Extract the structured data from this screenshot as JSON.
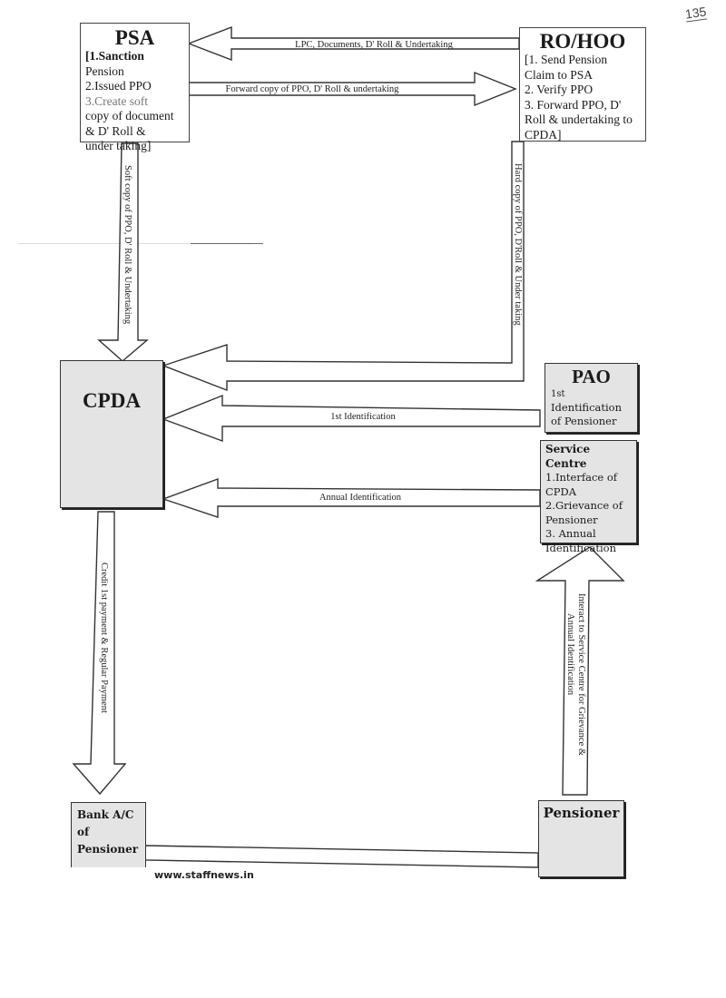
{
  "page_number": "135",
  "nodes": {
    "psa": {
      "title": "PSA",
      "lines": [
        "[1.Sanction",
        "Pension",
        "2.Issued PPO",
        "3.Create soft",
        "copy of document",
        "& D' Roll &",
        "under taking]"
      ]
    },
    "ro_hoo": {
      "title": "RO/HOO",
      "lines": [
        "[1. Send Pension",
        "Claim to PSA",
        "2. Verify PPO",
        "3. Forward PPO, D'",
        "Roll & undertaking to",
        "CPDA]"
      ]
    },
    "cpda": {
      "title": "CPDA"
    },
    "pao": {
      "title": "PAO",
      "lines": [
        "1st",
        "Identification",
        "of Pensioner"
      ]
    },
    "service_centre": {
      "title": "Service Centre",
      "lines": [
        "1.Interface of",
        "CPDA",
        "2.Grievance of",
        "Pensioner",
        "3. Annual",
        "Identification"
      ]
    },
    "bank": {
      "lines": [
        "Bank A/C",
        "of",
        "Pensioner"
      ]
    },
    "pensioner": {
      "title": "Pensioner"
    }
  },
  "arrows": {
    "ro_to_psa": "LPC, Documents, D' Roll & Undertaking",
    "psa_to_ro": "Forward copy of PPO, D' Roll & undertaking",
    "psa_to_cpda": "Soft copy of PPO, D' Roll & Undertaking",
    "ro_to_cpda": "Hard copy of PPO, D'Roll & Under taking",
    "pao_to_cpda": "1st Identification",
    "sc_to_cpda": "Annual Identification",
    "cpda_to_bank": "Credit 1st payment & Regular Payment",
    "pensioner_to_sc": [
      "Interact to Service Centre for Grievance &",
      "Annual Identification"
    ]
  },
  "watermark": "www.staffnews.in"
}
